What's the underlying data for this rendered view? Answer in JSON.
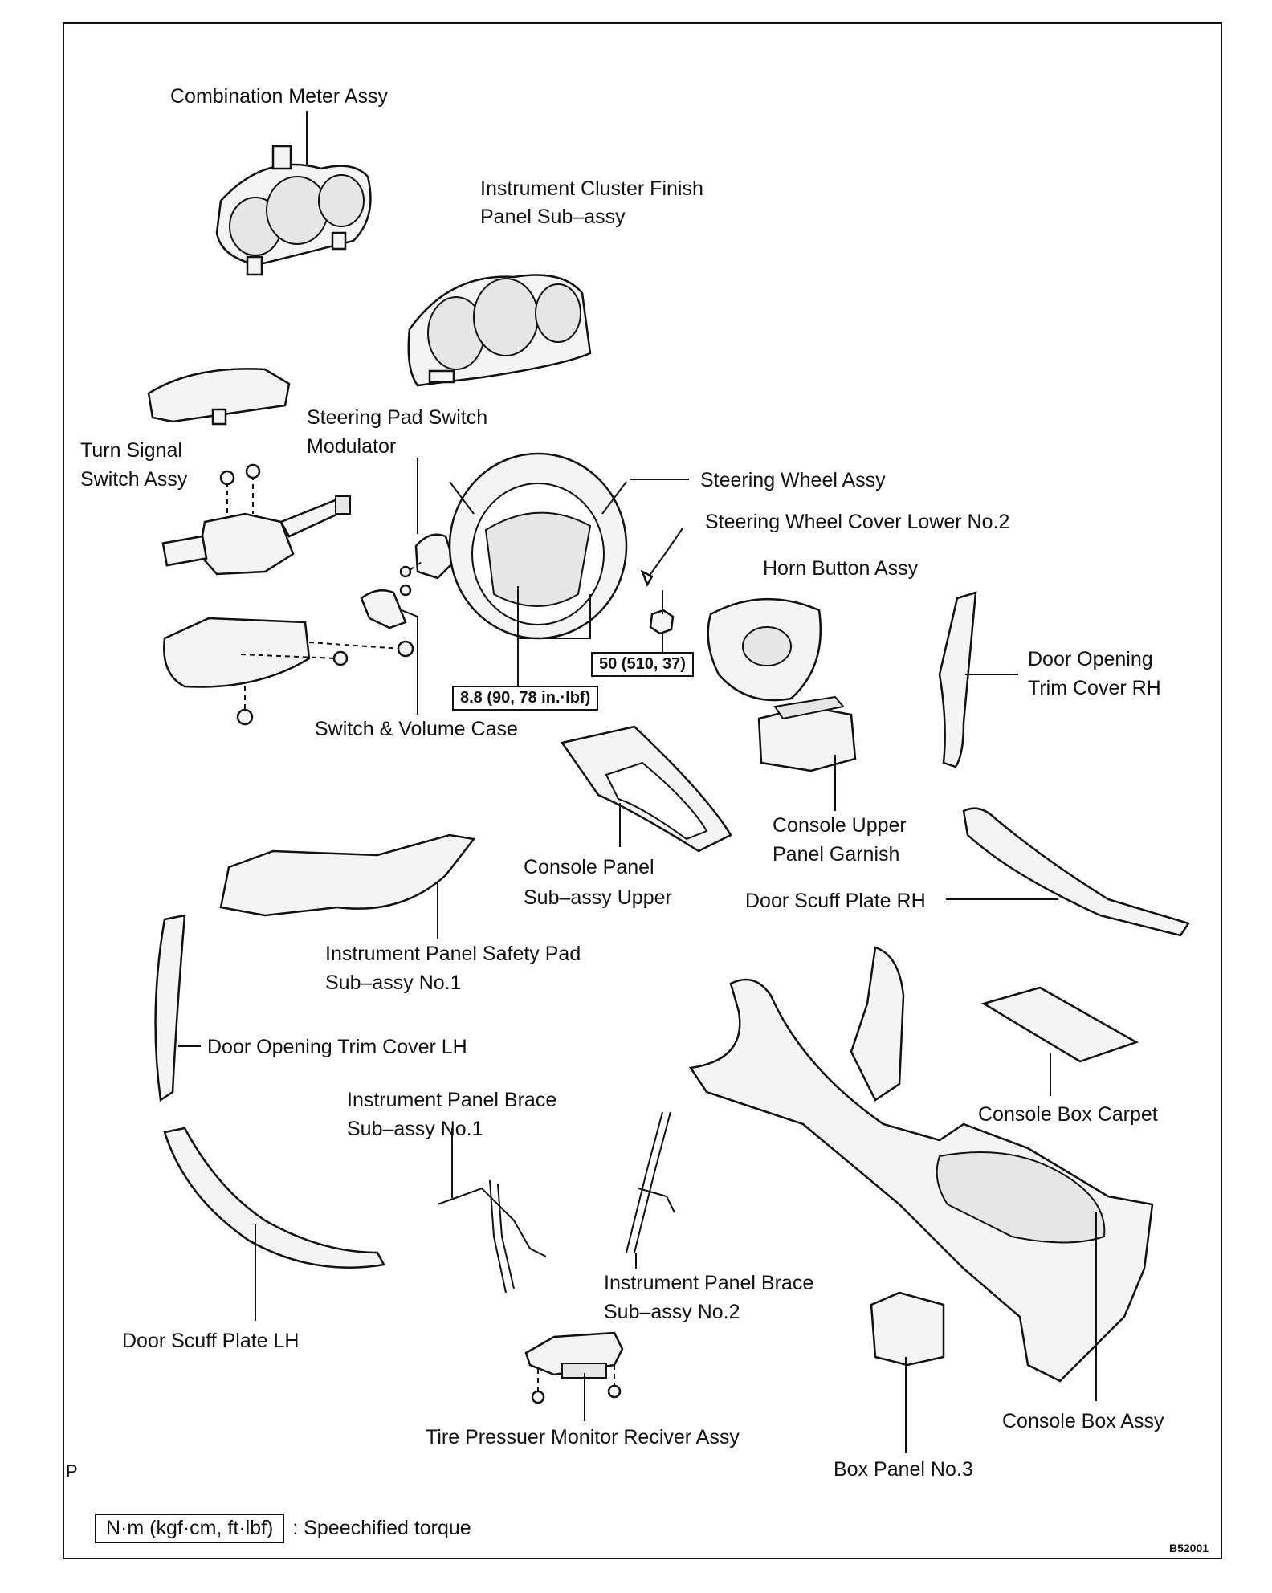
{
  "labels": {
    "combination_meter": "Combination Meter Assy",
    "cluster_finish_line1": "Instrument Cluster Finish",
    "cluster_finish_line2": "Panel Sub–assy",
    "steering_pad_line1": "Steering Pad Switch",
    "steering_pad_line2": "Modulator",
    "turn_signal_line1": "Turn Signal",
    "turn_signal_line2": "Switch Assy",
    "steering_wheel": "Steering Wheel Assy",
    "wheel_cover_lower": "Steering Wheel Cover Lower No.2",
    "horn_button": "Horn Button Assy",
    "door_trim_rh_line1": "Door Opening",
    "door_trim_rh_line2": "Trim Cover RH",
    "switch_volume_case": "Switch & Volume Case",
    "console_garnish_line1": "Console Upper",
    "console_garnish_line2": "Panel Garnish",
    "console_panel_line1": "Console Panel",
    "console_panel_line2": "Sub–assy Upper",
    "door_scuff_rh": "Door Scuff Plate RH",
    "safety_pad_line1": "Instrument Panel Safety Pad",
    "safety_pad_line2": "Sub–assy No.1",
    "door_trim_lh": "Door Opening Trim Cover LH",
    "brace1_line1": "Instrument Panel Brace",
    "brace1_line2": "Sub–assy No.1",
    "console_carpet": "Console Box Carpet",
    "brace2_line1": "Instrument Panel Brace",
    "brace2_line2": "Sub–assy No.2",
    "door_scuff_lh": "Door Scuff Plate LH",
    "tire_pressure": "Tire Pressuer Monitor Reciver Assy",
    "console_box": "Console Box Assy",
    "box_panel": "Box Panel No.3"
  },
  "torques": {
    "steering_bolt": "8.8 (90, 78 in.·lbf)",
    "steering_nut": "50 (510, 37)"
  },
  "legend": {
    "unit": "N·m (kgf·cm, ft·lbf)",
    "description": ": Speechified torque"
  },
  "figure_code": "B52001",
  "corner_mark": "P"
}
